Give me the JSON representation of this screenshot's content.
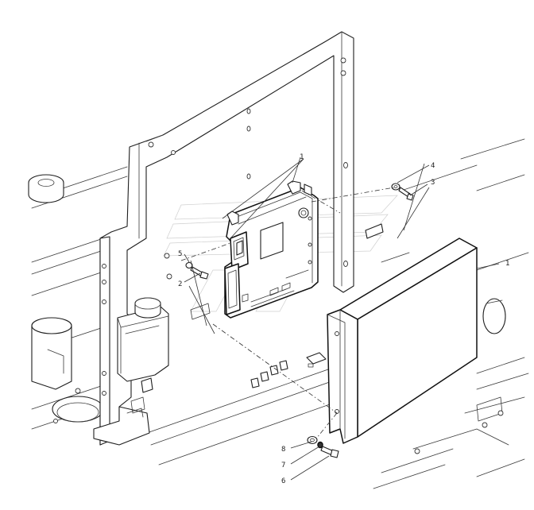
{
  "callouts": [
    {
      "id": "c1a",
      "text": "1"
    },
    {
      "id": "c1b",
      "text": "1"
    },
    {
      "id": "c2",
      "text": "2"
    },
    {
      "id": "c3a",
      "text": "3"
    },
    {
      "id": "c3b",
      "text": "3"
    },
    {
      "id": "c4a",
      "text": "4"
    },
    {
      "id": "c4b",
      "text": "4"
    },
    {
      "id": "c5",
      "text": "5"
    },
    {
      "id": "c6",
      "text": "6"
    },
    {
      "id": "c7",
      "text": "7"
    },
    {
      "id": "c8",
      "text": "8"
    }
  ]
}
